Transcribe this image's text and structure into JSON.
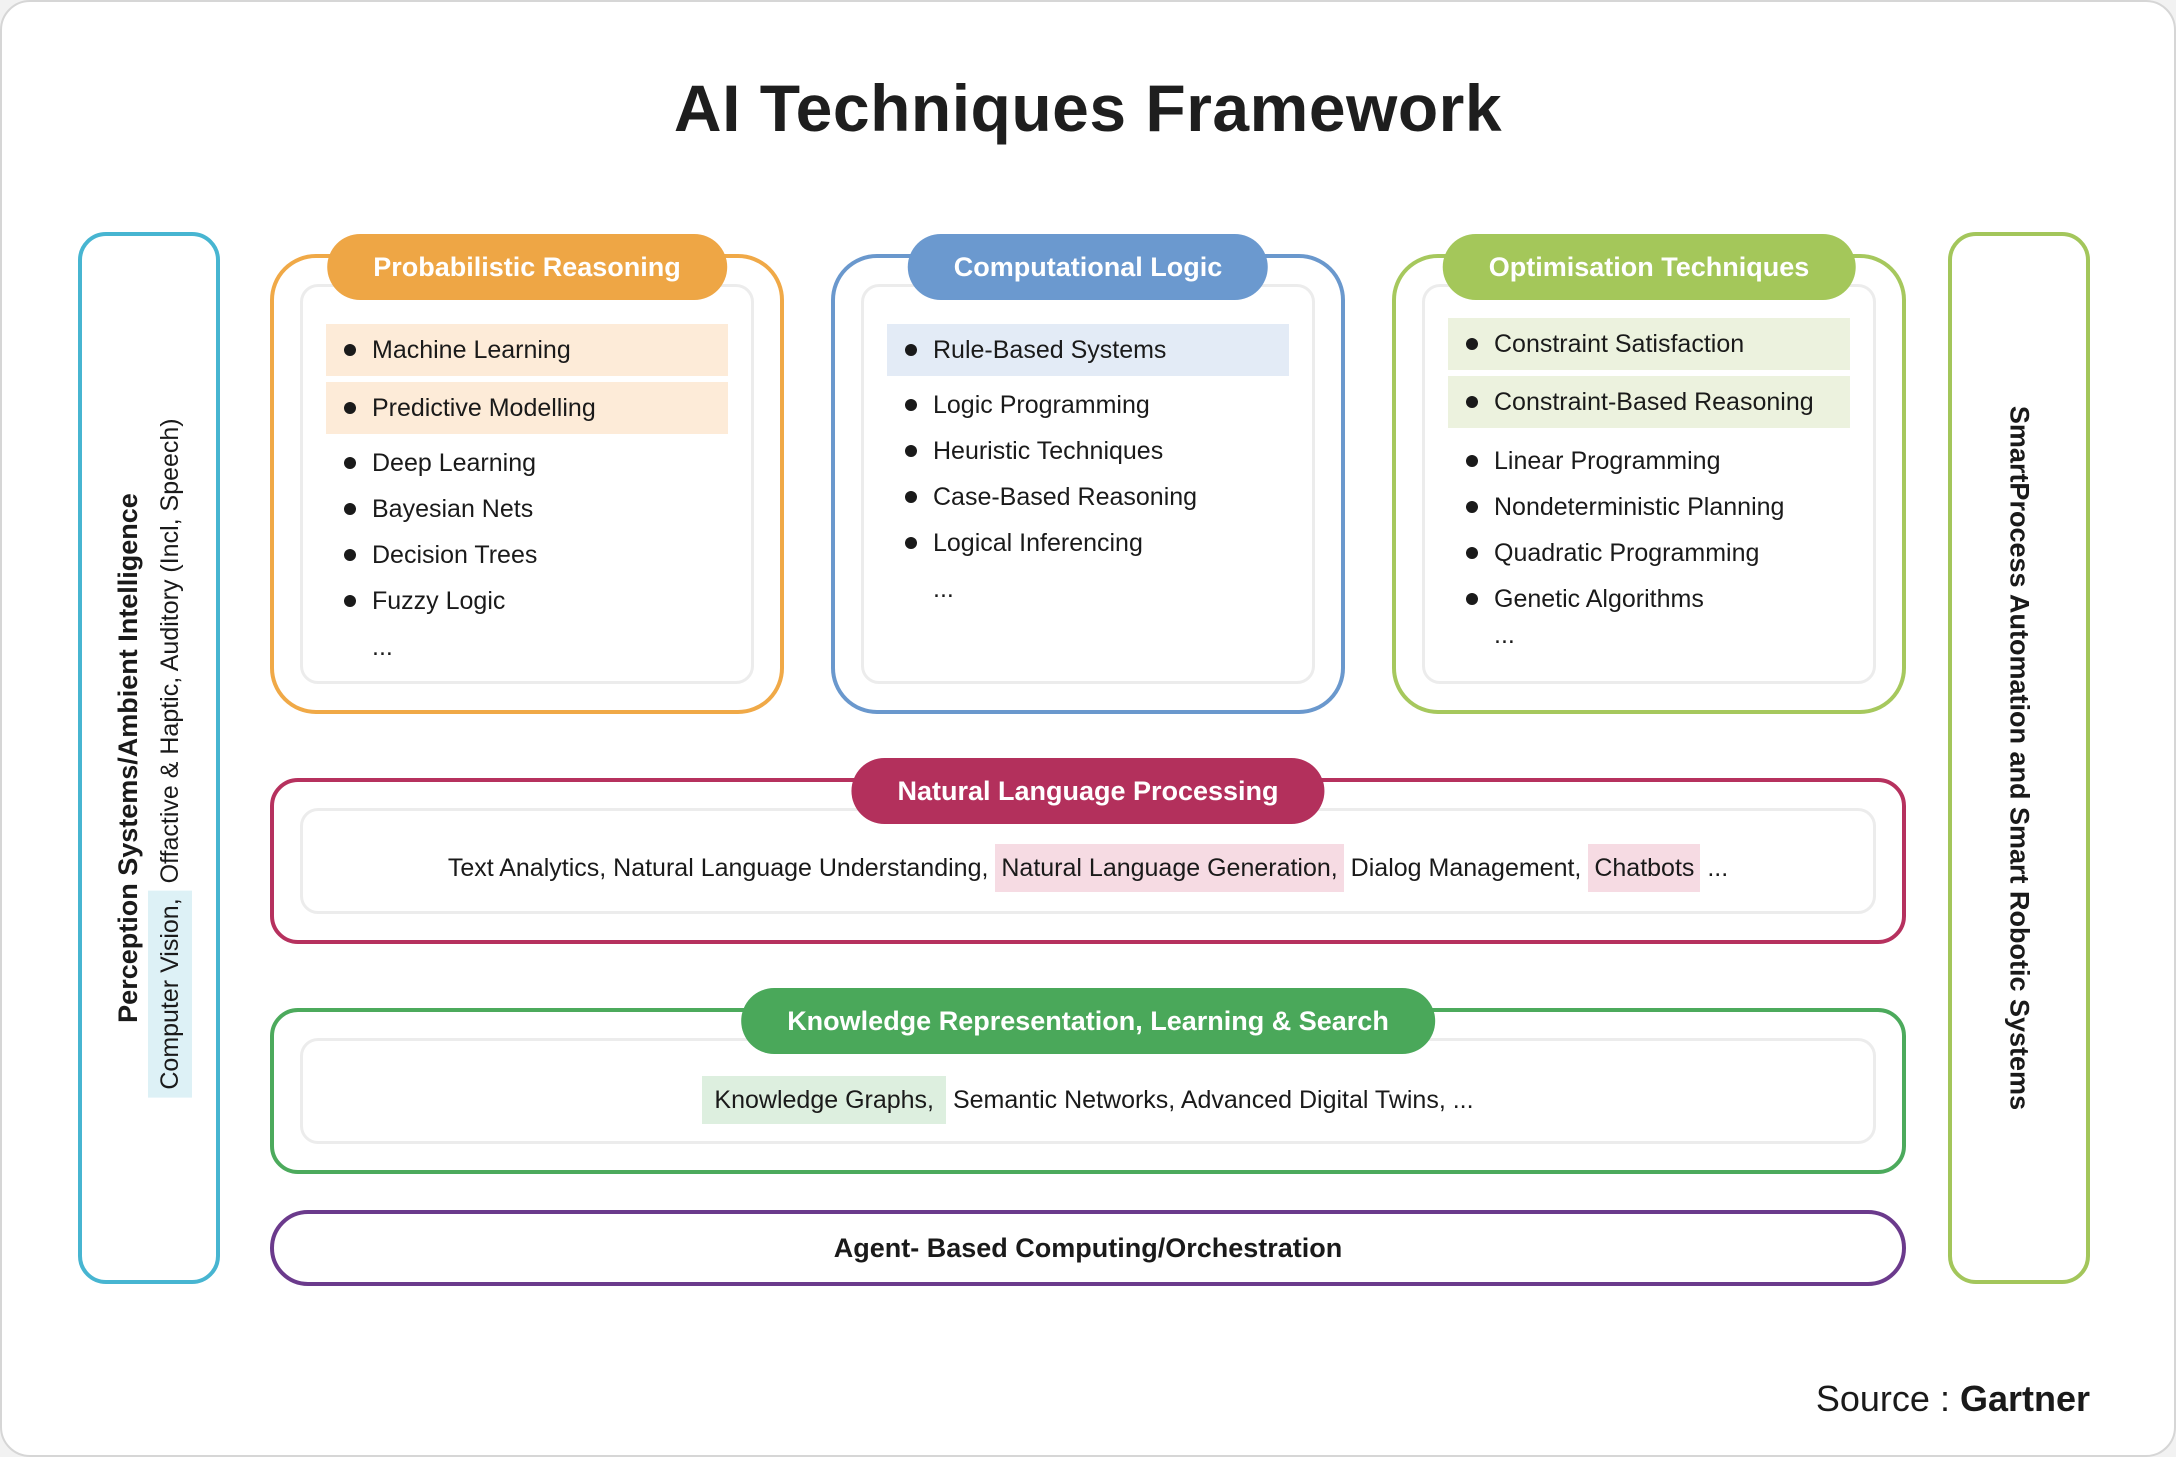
{
  "title": "AI Techniques Framework",
  "left_pillar": {
    "main": "Perception Systems/Ambient Intelligence",
    "sub_highlight": "Computer Vision,",
    "sub_rest": " Offactive & Haptic, Auditory (Incl, Speech)"
  },
  "right_pillar": {
    "label": "SmartProcess Automation and Smart Robotic Systems"
  },
  "probabilistic": {
    "title": "Probabilistic Reasoning",
    "items": [
      "Machine Learning",
      "Predictive Modelling",
      "Deep Learning",
      "Bayesian Nets",
      "Decision Trees",
      "Fuzzy Logic",
      "..."
    ]
  },
  "computational": {
    "title": "Computational Logic",
    "items": [
      "Rule-Based Systems",
      "Logic Programming",
      "Heuristic Techniques",
      "Case-Based Reasoning",
      "Logical Inferencing",
      "..."
    ]
  },
  "optimisation": {
    "title": "Optimisation Techniques",
    "items": [
      "Constraint Satisfaction",
      "Constraint-Based Reasoning",
      "Linear Programming",
      "Nondeterministic Planning",
      "Quadratic Programming",
      "Genetic Algorithms",
      "..."
    ]
  },
  "nlp": {
    "title": "Natural Language Processing",
    "text_1": "Text Analytics, Natural Language Understanding, ",
    "hl_1": "Natural Language Generation,",
    "text_2": " Dialog Management, ",
    "hl_2": "Chatbots",
    "text_3": " ..."
  },
  "krl": {
    "title": "Knowledge Representation, Learning & Search",
    "hl_1": "Knowledge Graphs,",
    "text_1": " Semantic Networks, Advanced Digital Twins, ..."
  },
  "agent": {
    "label": "Agent- Based Computing/Orchestration"
  },
  "source": {
    "prefix": "Source : ",
    "brand": "Gartner"
  },
  "colors": {
    "probabilistic": "#eea645",
    "computational": "#6b99cf",
    "optimisation": "#a4c75a",
    "nlp": "#b3305c",
    "krl": "#4aa85a",
    "agent": "#6b3a8c",
    "left_pillar": "#47b5d1",
    "right_pillar": "#a3c65b"
  }
}
